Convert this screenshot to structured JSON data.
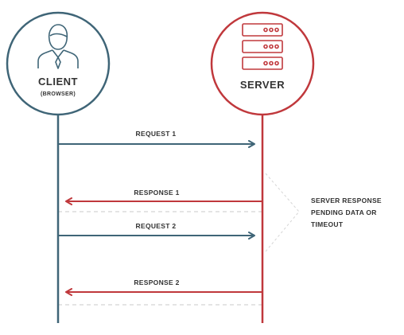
{
  "colors": {
    "client": "#3f6577",
    "server": "#c0383c",
    "text": "#333333",
    "dashed": "#c8c8c8",
    "background": "#ffffff"
  },
  "client": {
    "title": "CLIENT",
    "subtitle": "(BROWSER)",
    "icon": "user-icon"
  },
  "server": {
    "title": "SERVER",
    "icon": "server-rack-icon"
  },
  "messages": [
    {
      "label": "REQUEST 1",
      "direction": "client-to-server"
    },
    {
      "label": "RESPONSE 1",
      "direction": "server-to-client"
    },
    {
      "label": "REQUEST 2",
      "direction": "client-to-server"
    },
    {
      "label": "RESPONSE 2",
      "direction": "server-to-client"
    }
  ],
  "note": {
    "lines": [
      "SERVER RESPONSE",
      "PENDING DATA OR",
      "TIMEOUT"
    ]
  }
}
